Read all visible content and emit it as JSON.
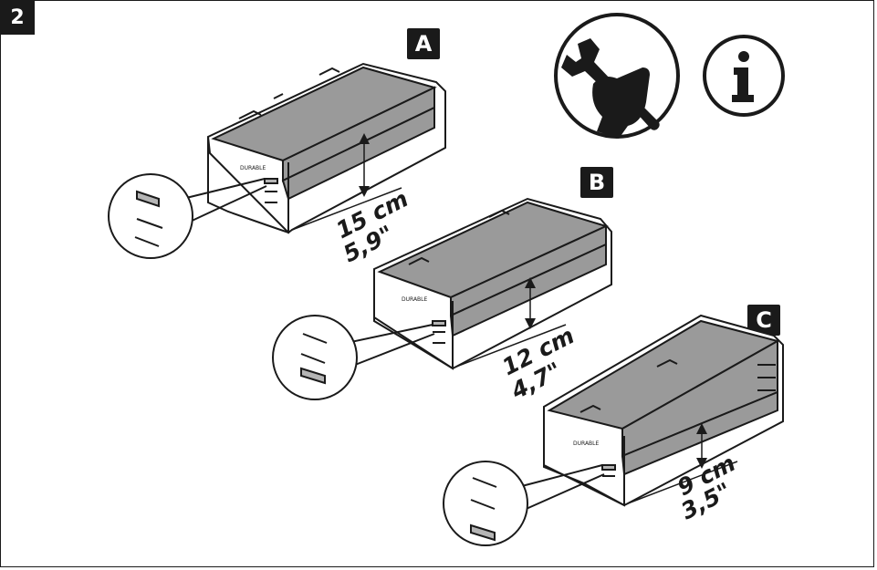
{
  "step_number": "2",
  "icons": [
    "wrench-hand-icon",
    "info-icon"
  ],
  "info_symbol": "i",
  "variants": [
    {
      "letter": "A",
      "height_cm": "15 cm",
      "height_in": "5,9\""
    },
    {
      "letter": "B",
      "height_cm": "12 cm",
      "height_in": "4,7\""
    },
    {
      "letter": "C",
      "height_cm": "9 cm",
      "height_in": "3,5\""
    }
  ],
  "brand_mark": "DURABLE",
  "colors": {
    "ink": "#1a1a1a",
    "shelf_fill": "#9a9a9a",
    "highlight": "#b5b5b5"
  }
}
